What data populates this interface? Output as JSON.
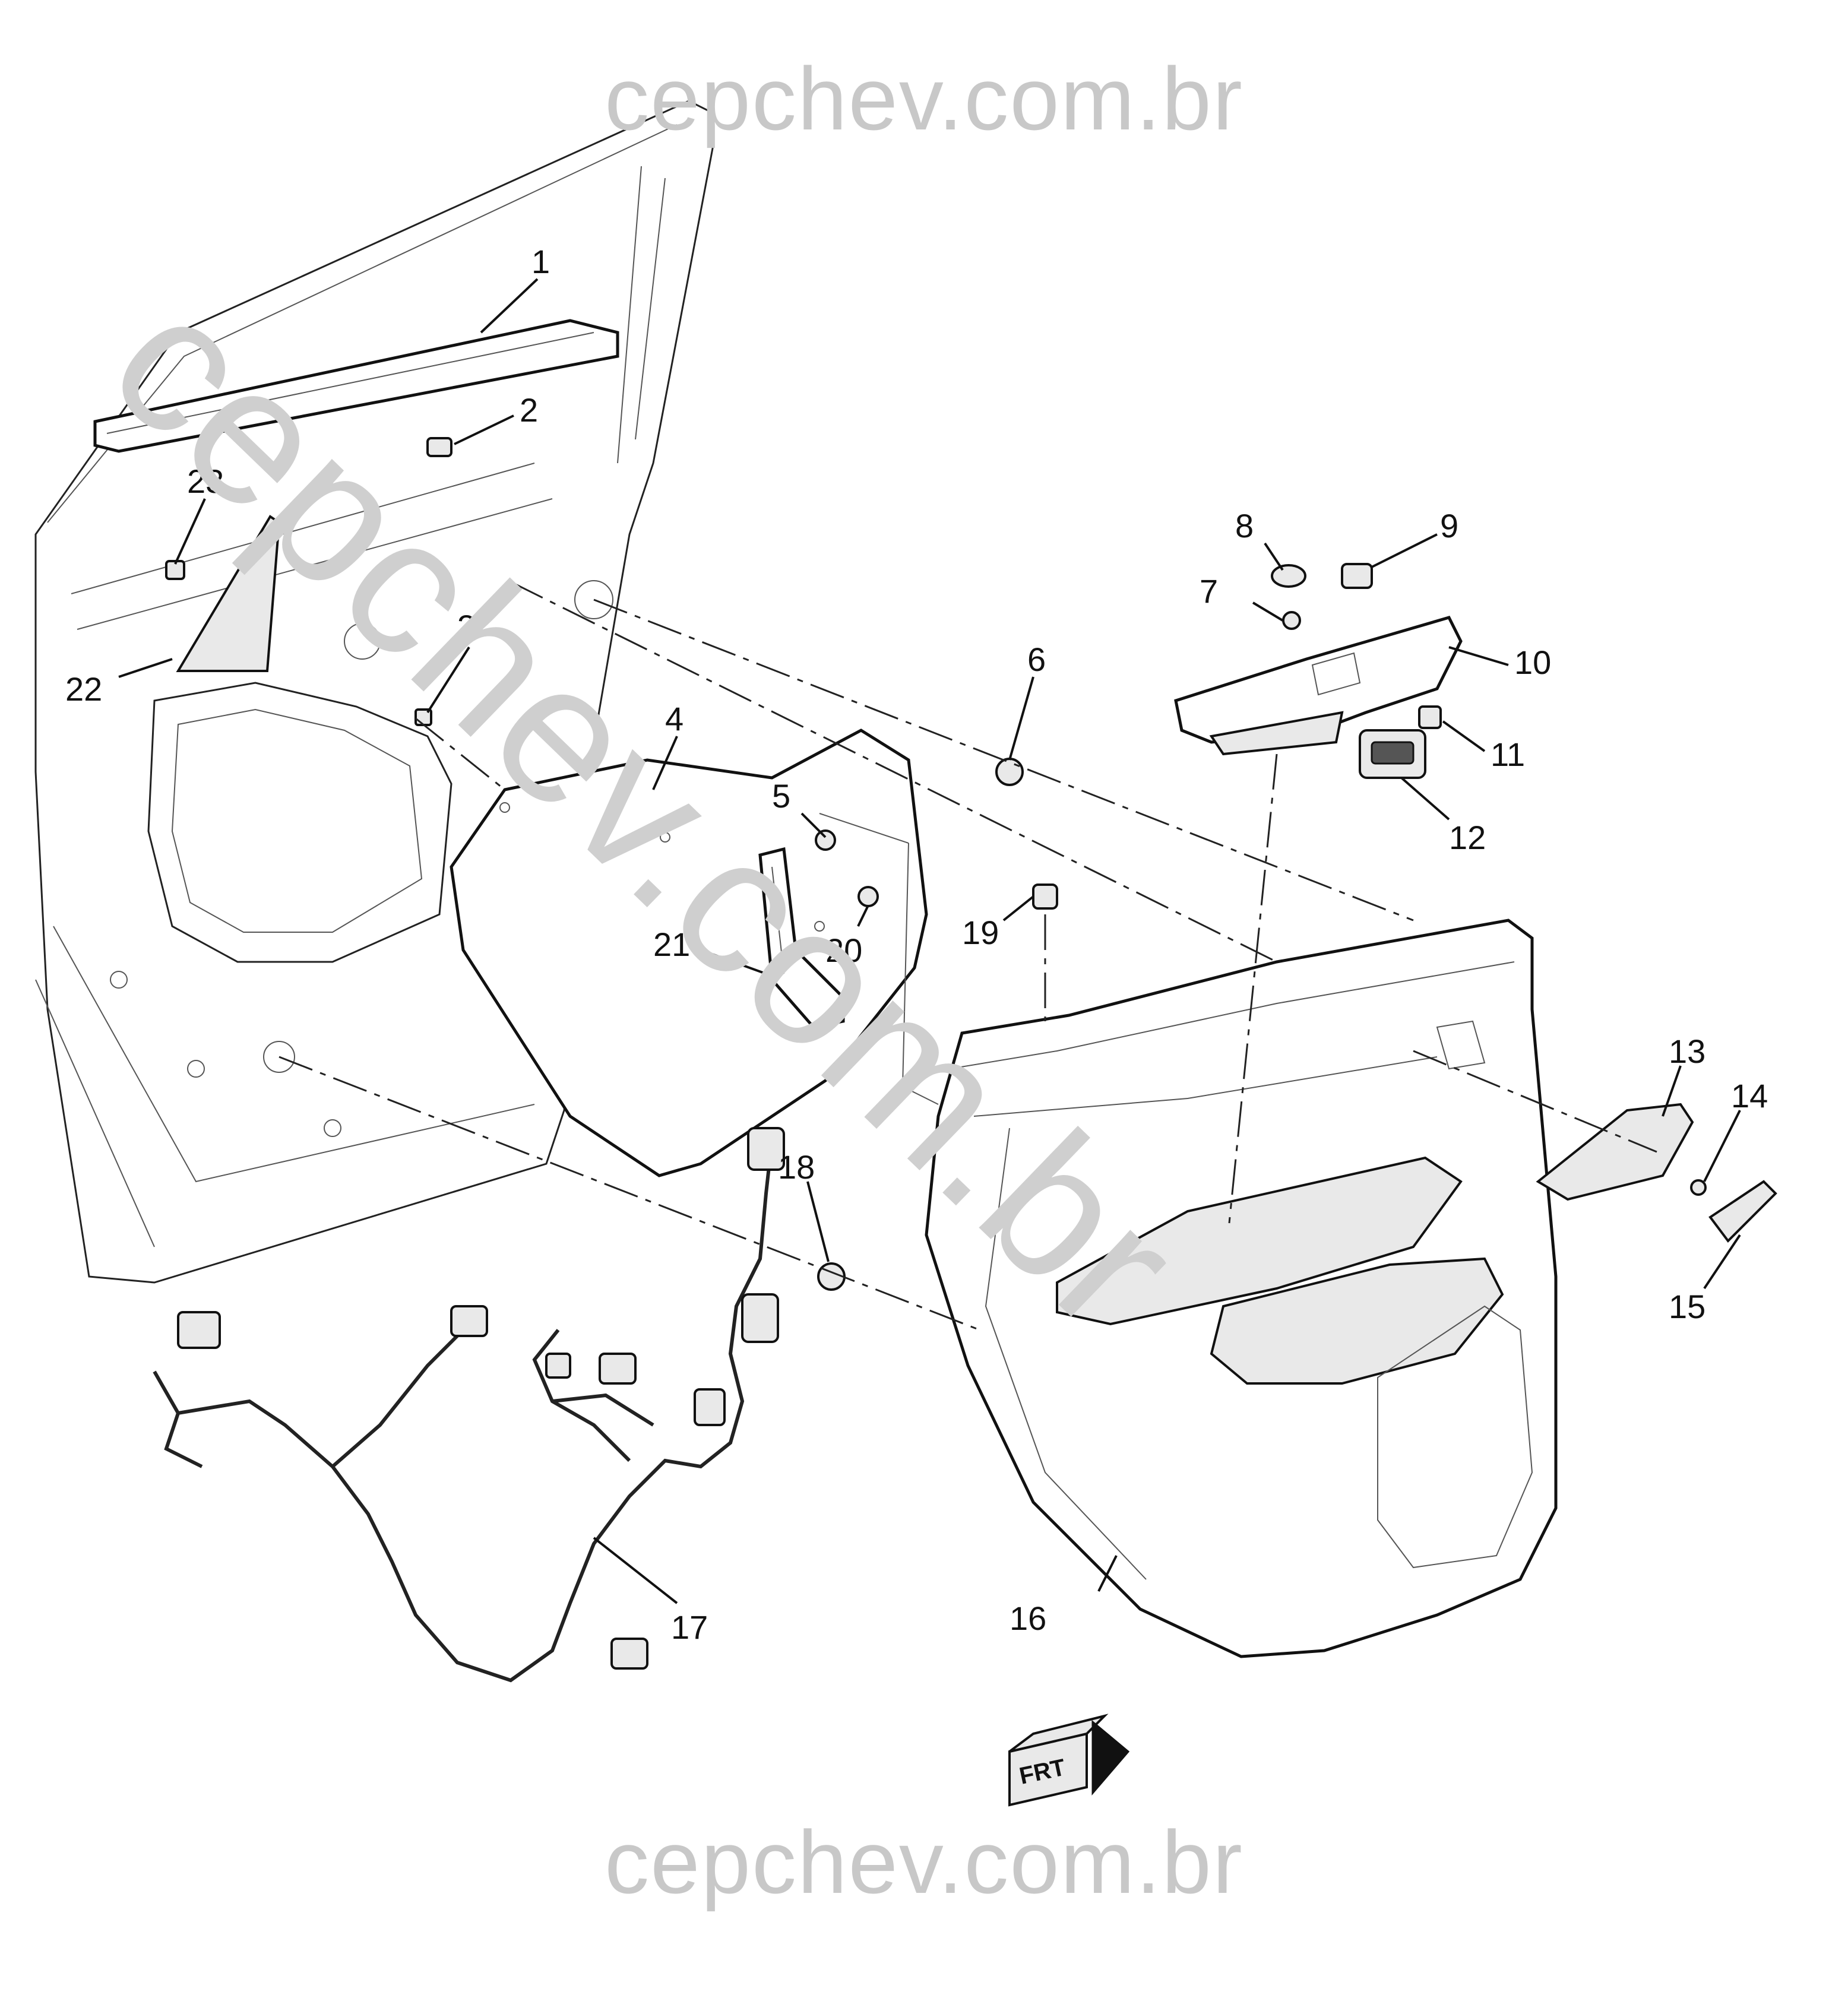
{
  "watermarks": {
    "top": "cepchev.com.br",
    "bottom": "cepchev.com.br",
    "diagonal": "cepchev.com.br"
  },
  "callouts": [
    "1",
    "2",
    "3",
    "4",
    "5",
    "6",
    "7",
    "8",
    "9",
    "10",
    "11",
    "12",
    "13",
    "14",
    "15",
    "16",
    "17",
    "18",
    "19",
    "20",
    "21",
    "22",
    "23"
  ],
  "direction_badge": {
    "label": "FRT"
  },
  "colors": {
    "line": "#111111",
    "watermark": "#c8c8c8",
    "background": "#ffffff"
  }
}
